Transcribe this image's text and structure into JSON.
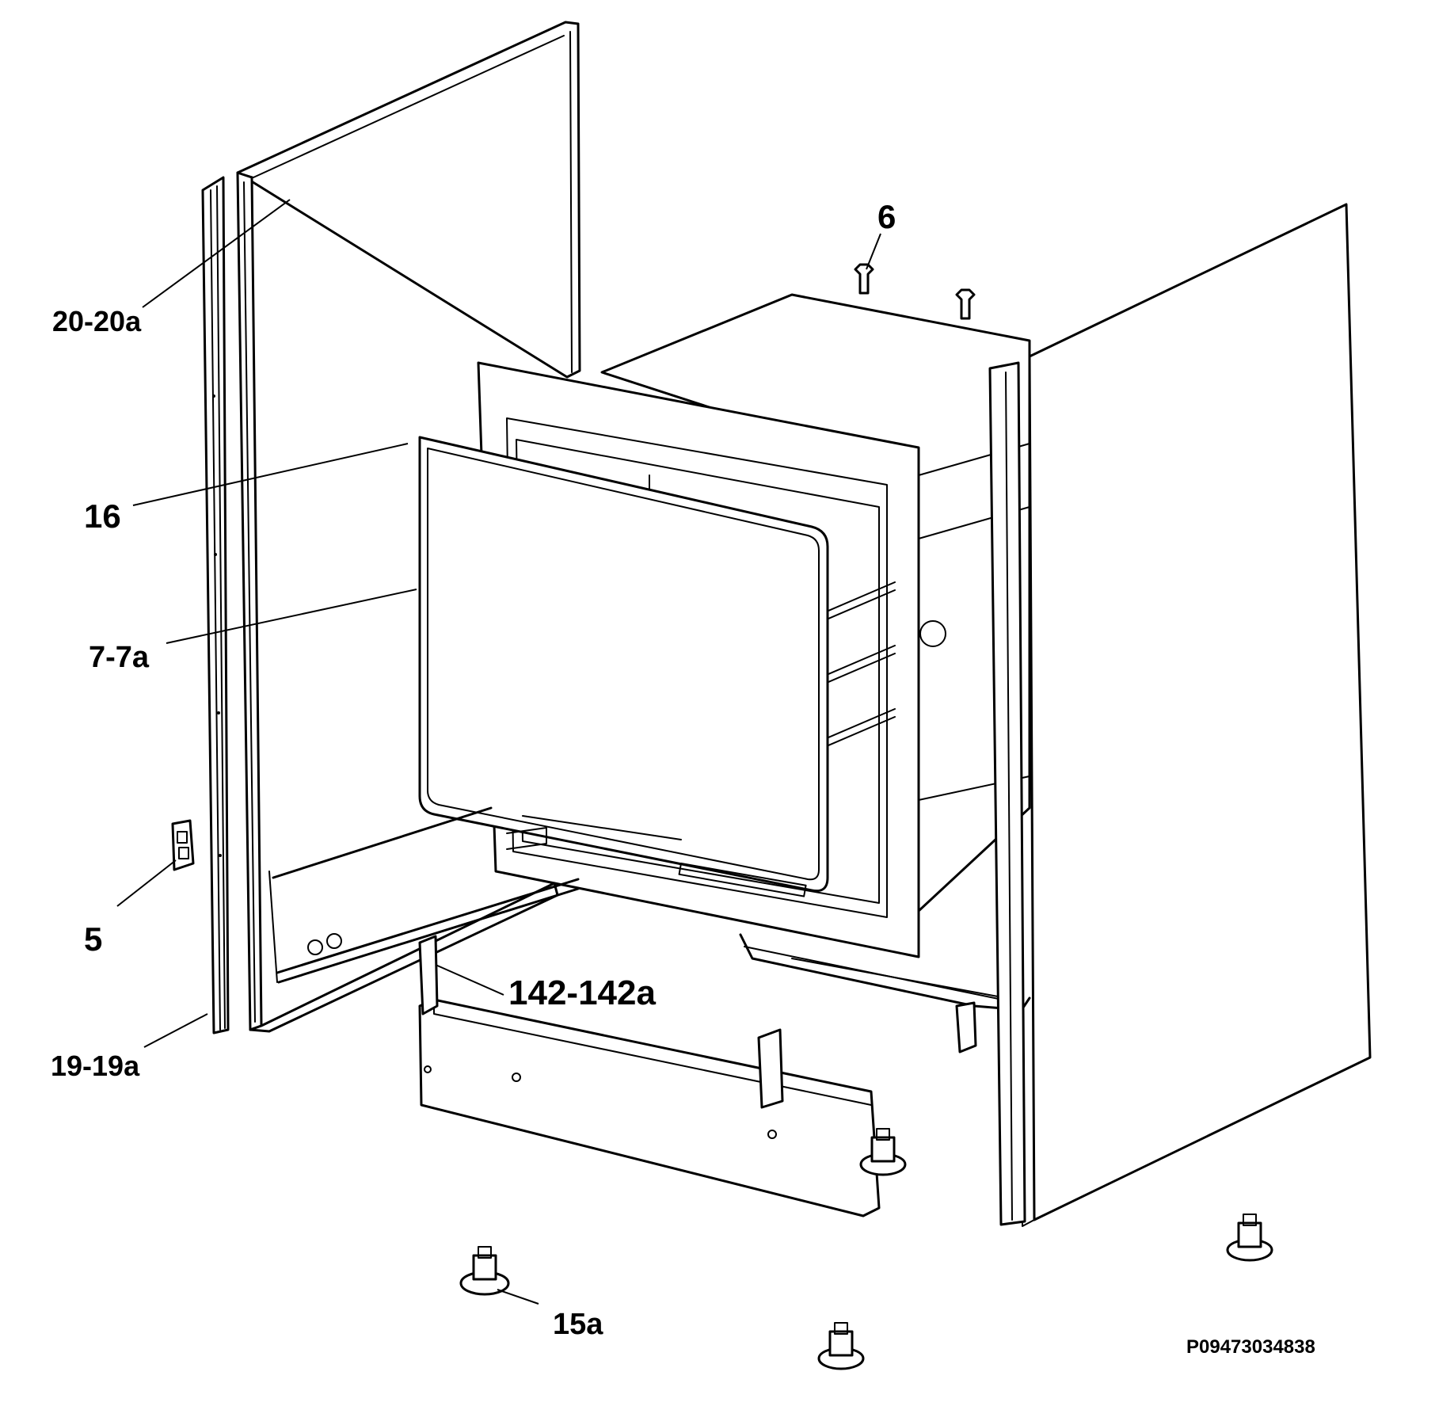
{
  "callouts": {
    "door_frame": "20-20a",
    "oven_gasket": "16",
    "shelf_rails": "7-7a",
    "hinge_bracket": "5",
    "side_rail": "19-19a",
    "top_fixing": "6",
    "plinth_bracket": "142-142a",
    "adjustable_foot": "15a"
  },
  "reference_code": "P09473034838",
  "colors": {
    "line": "#000000",
    "background": "#ffffff"
  }
}
